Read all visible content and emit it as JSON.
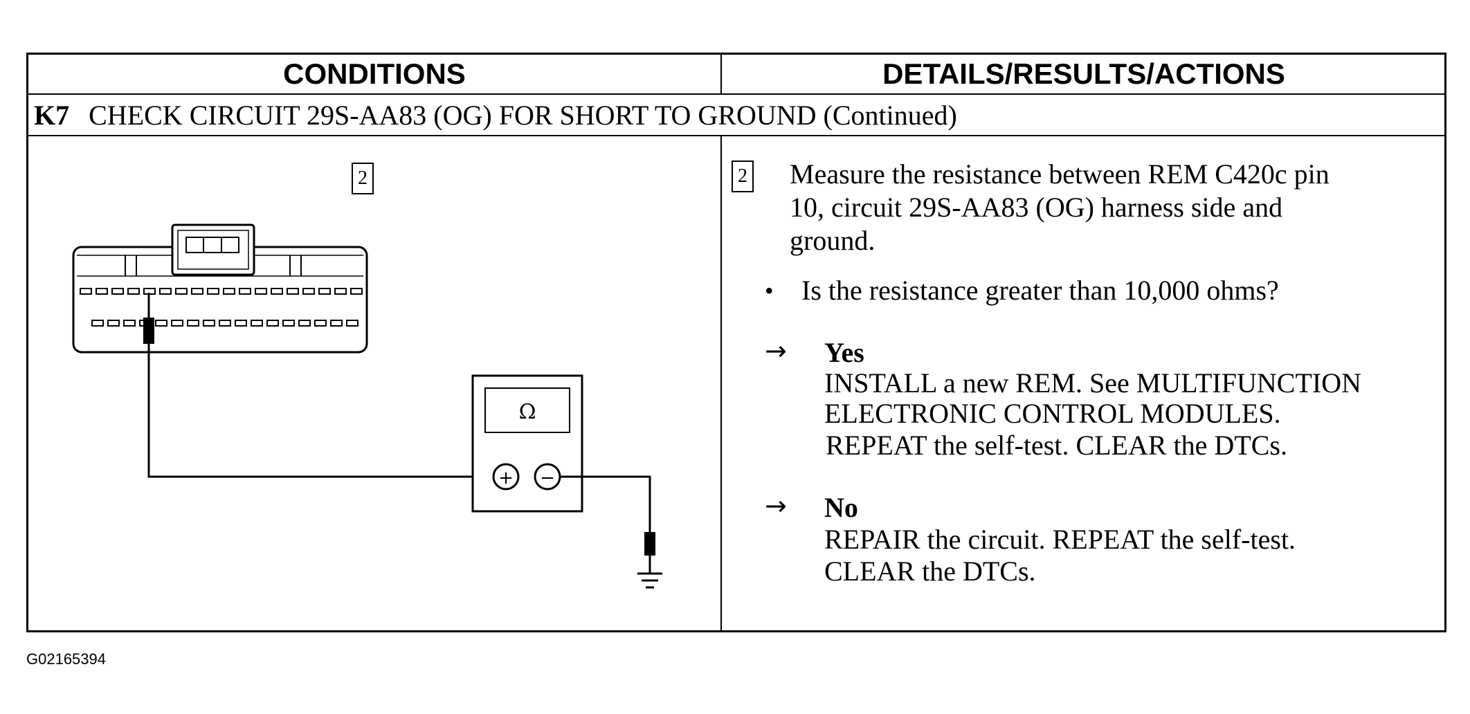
{
  "header": {
    "conditions": "CONDITIONS",
    "details": "DETAILS/RESULTS/ACTIONS"
  },
  "step": {
    "id": "K7",
    "title": "CHECK CIRCUIT 29S-AA83 (OG) FOR SHORT TO GROUND (Continued)"
  },
  "left": {
    "step_number": "2",
    "meter_symbol": "Ω",
    "plus_symbol": "+",
    "minus_symbol": "−"
  },
  "right": {
    "step_number": "2",
    "instruction_lines": [
      "Measure the resistance between REM C420c pin",
      "10, circuit 29S-AA83 (OG) harness side and",
      "ground."
    ],
    "question": "Is the resistance greater than 10,000 ohms?",
    "yes": {
      "label": "Yes",
      "lines": [
        "INSTALL a new REM. See MULTIFUNCTION",
        "ELECTRONIC CONTROL MODULES.",
        "REPEAT the self-test. CLEAR the DTCs."
      ]
    },
    "no": {
      "label": "No",
      "lines": [
        "REPAIR the circuit. REPEAT the self-test.",
        "CLEAR the DTCs."
      ]
    }
  },
  "figure_id": "G02165394"
}
